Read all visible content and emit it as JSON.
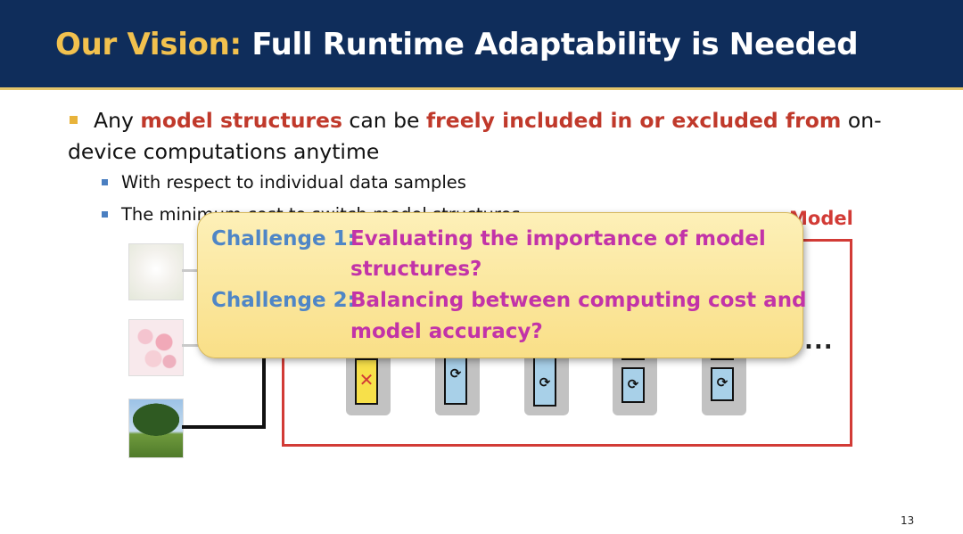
{
  "header": {
    "title_highlight": "Our Vision:",
    "title_rest": "Full Runtime Adaptability is Needed"
  },
  "bullet": {
    "p1": "Any ",
    "hl1": "model structures",
    "p2": " can be ",
    "hl2": "freely included in or excluded from",
    "p3": " on-device computations anytime"
  },
  "sub_bullets": [
    "With respect to individual data samples",
    "The minimum cost to switch model structures"
  ],
  "diagram": {
    "model_label": "Model",
    "ellipsis": "..."
  },
  "callout": {
    "c1_label": "Challenge 1:",
    "c1_line1": "Evaluating the importance of model",
    "c1_line2": "structures?",
    "c2_label": "Challenge 2:",
    "c2_line1": "Balancing between computing cost and",
    "c2_line2": "model accuracy?"
  },
  "colors": {
    "header_bg": "#0f2d5b",
    "title_highlight": "#f2c14e",
    "emphasis_red": "#c0392b",
    "challenge_label": "#4f86c6",
    "challenge_text": "#c233a8"
  },
  "page_number": "13"
}
